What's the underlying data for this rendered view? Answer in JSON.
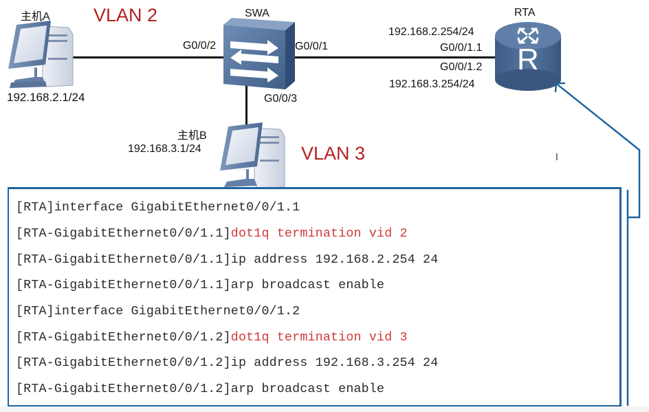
{
  "diagram": {
    "devices": {
      "host_a": {
        "name": "主机A",
        "ip": "192.168.2.1/24"
      },
      "host_b": {
        "name": "主机B",
        "ip": "192.168.3.1/24"
      },
      "switch": {
        "name": "SWA",
        "icon": "switch-icon"
      },
      "router": {
        "name": "RTA",
        "icon": "router-icon",
        "glyph": "R"
      }
    },
    "vlans": {
      "vlan2": "VLAN 2",
      "vlan3": "VLAN 3"
    },
    "ports": {
      "swa_g002": "G0/0/2",
      "swa_g001": "G0/0/1",
      "swa_g003": "G0/0/3",
      "rta_sub1": "G0/0/1.1",
      "rta_sub2": "G0/0/1.2"
    },
    "router_ips": {
      "sub1": "192.168.2.254/24",
      "sub2": "192.168.3.254/24"
    },
    "colors": {
      "device_blue": "#4a6c94",
      "accent_blue": "#1e64a0",
      "vlan_red": "#b22222",
      "command_red": "#d0393a"
    }
  },
  "config": {
    "lines": [
      {
        "prefix": "[RTA]interface GigabitEthernet0/0/1.1",
        "highlight": ""
      },
      {
        "prefix": "[RTA-GigabitEthernet0/0/1.1]",
        "highlight": "dot1q termination vid 2"
      },
      {
        "prefix": "[RTA-GigabitEthernet0/0/1.1]ip address 192.168.2.254 24",
        "highlight": ""
      },
      {
        "prefix": "[RTA-GigabitEthernet0/0/1.1]arp broadcast enable",
        "highlight": ""
      },
      {
        "prefix": "[RTA]interface GigabitEthernet0/0/1.2",
        "highlight": ""
      },
      {
        "prefix": "[RTA-GigabitEthernet0/0/1.2]",
        "highlight": "dot1q termination vid 3"
      },
      {
        "prefix": "[RTA-GigabitEthernet0/0/1.2]ip address 192.168.3.254 24",
        "highlight": ""
      },
      {
        "prefix": "[RTA-GigabitEthernet0/0/1.2]arp broadcast enable",
        "highlight": ""
      }
    ]
  }
}
